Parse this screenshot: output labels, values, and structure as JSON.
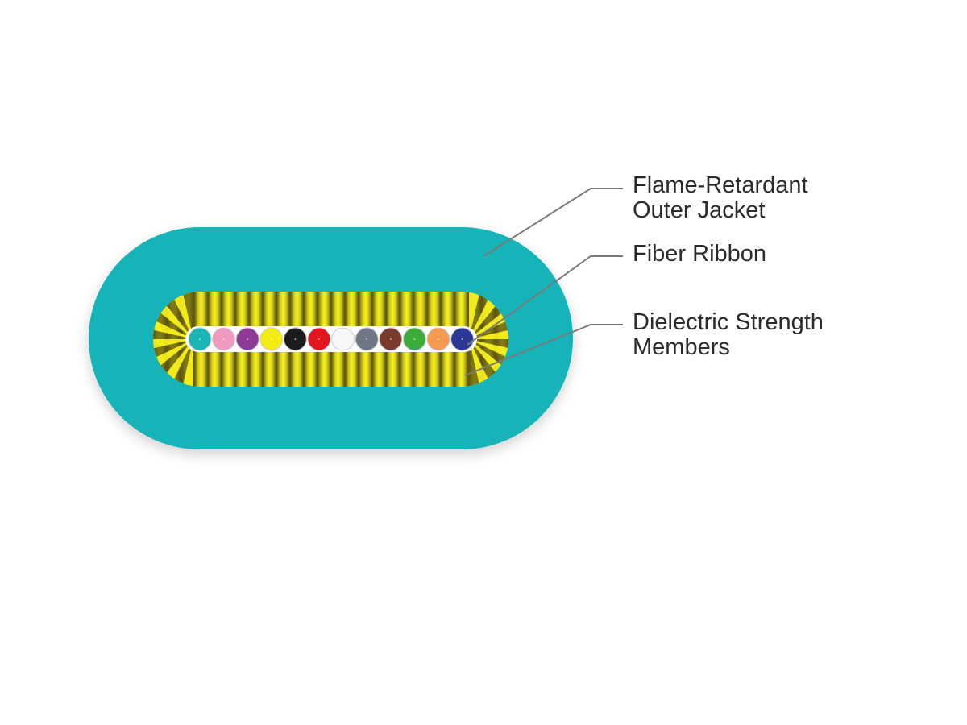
{
  "colors": {
    "jacket": "#13b3b8",
    "strength_member_light": "#f2ec1e",
    "strength_member_dark": "#5a5410",
    "leader_line": "#7a7a7a",
    "label_text": "#2b2b2b"
  },
  "fibers": [
    {
      "color": "#1bb5b6"
    },
    {
      "color": "#f19ac0"
    },
    {
      "color": "#8e3a97"
    },
    {
      "color": "#f3ec13"
    },
    {
      "color": "#1c1c1c"
    },
    {
      "color": "#e3161f"
    },
    {
      "color": "#f7f7f7"
    },
    {
      "color": "#6f7784"
    },
    {
      "color": "#7a3a2c"
    },
    {
      "color": "#3cad3c"
    },
    {
      "color": "#f69a52"
    },
    {
      "color": "#2c3893"
    }
  ],
  "labels": {
    "jacket": {
      "line1": "Flame-Retardant",
      "line2": "Outer Jacket"
    },
    "ribbon": {
      "line1": "Fiber Ribbon"
    },
    "strength": {
      "line1": "Dielectric Strength",
      "line2": "Members"
    }
  }
}
